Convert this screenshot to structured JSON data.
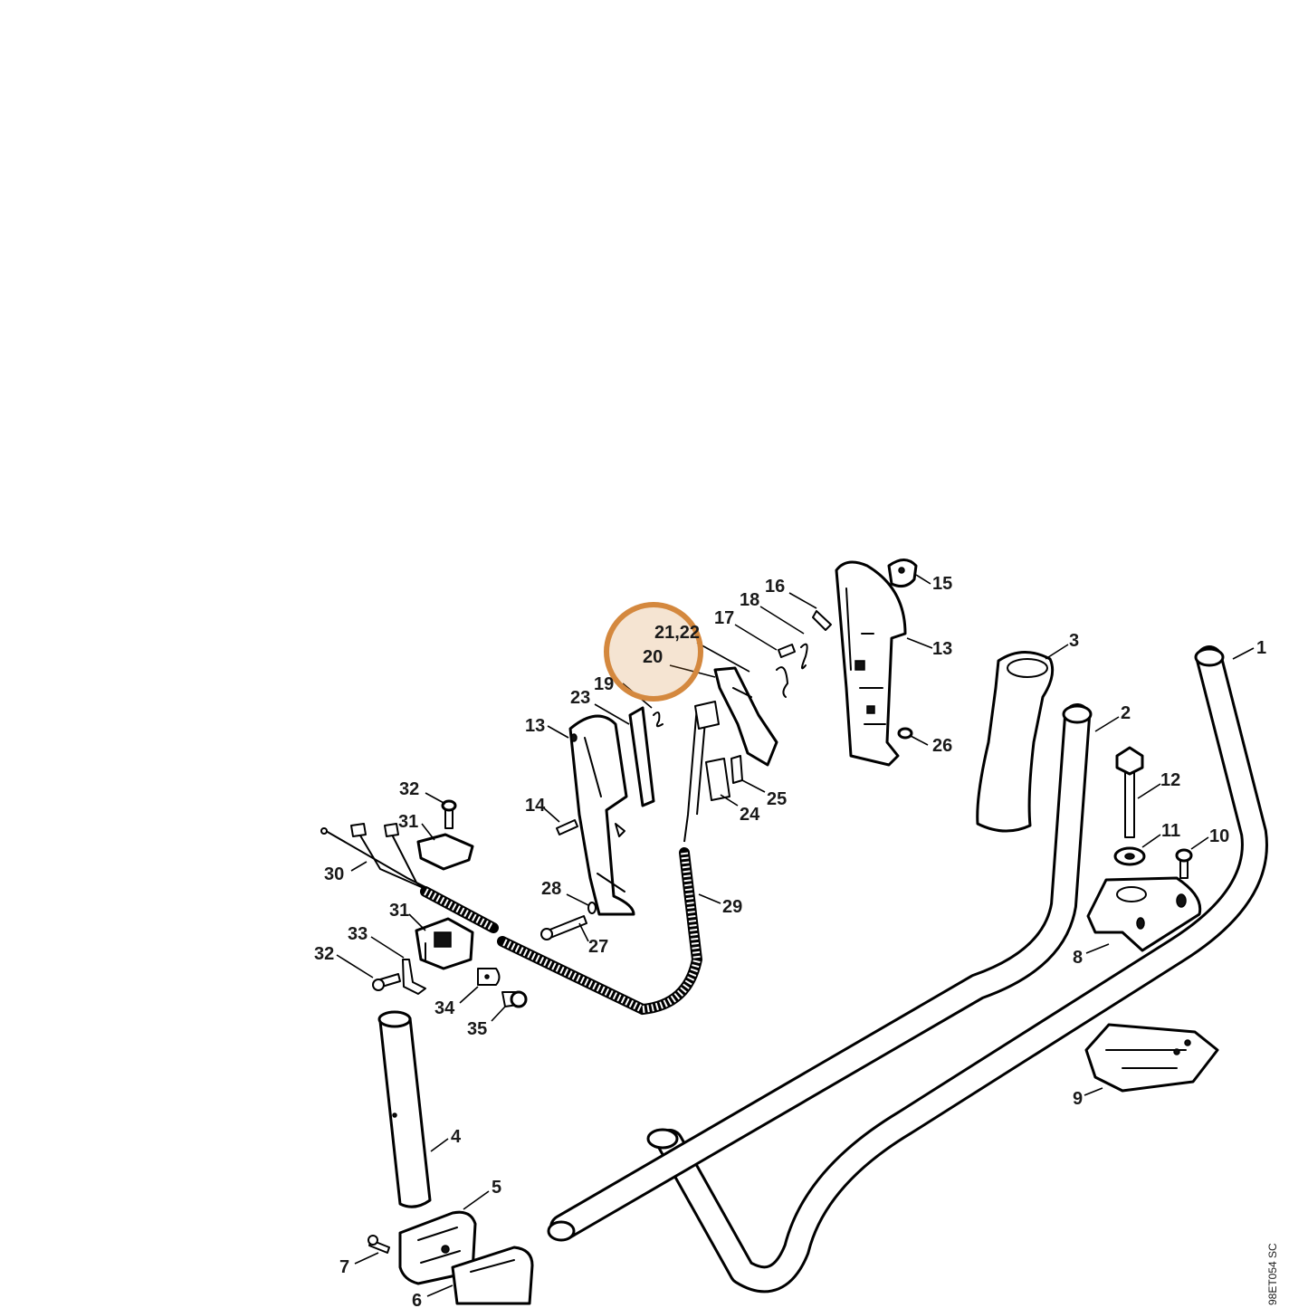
{
  "diagram": {
    "drawing_code": "98ET054 SC",
    "highlight": {
      "labels": [
        "21,22",
        "20"
      ],
      "color": "#d4883e"
    },
    "callouts": [
      {
        "id": "c1",
        "label": "1"
      },
      {
        "id": "c2",
        "label": "2"
      },
      {
        "id": "c3",
        "label": "3"
      },
      {
        "id": "c4",
        "label": "4"
      },
      {
        "id": "c5",
        "label": "5"
      },
      {
        "id": "c6",
        "label": "6"
      },
      {
        "id": "c7",
        "label": "7"
      },
      {
        "id": "c8",
        "label": "8"
      },
      {
        "id": "c9",
        "label": "9"
      },
      {
        "id": "c10",
        "label": "10"
      },
      {
        "id": "c11",
        "label": "11"
      },
      {
        "id": "c12",
        "label": "12"
      },
      {
        "id": "c13a",
        "label": "13"
      },
      {
        "id": "c13b",
        "label": "13"
      },
      {
        "id": "c14",
        "label": "14"
      },
      {
        "id": "c15",
        "label": "15"
      },
      {
        "id": "c16",
        "label": "16"
      },
      {
        "id": "c17",
        "label": "17"
      },
      {
        "id": "c18",
        "label": "18"
      },
      {
        "id": "c19",
        "label": "19"
      },
      {
        "id": "c20",
        "label": "20"
      },
      {
        "id": "c2122",
        "label": "21,22"
      },
      {
        "id": "c23",
        "label": "23"
      },
      {
        "id": "c24",
        "label": "24"
      },
      {
        "id": "c25",
        "label": "25"
      },
      {
        "id": "c26",
        "label": "26"
      },
      {
        "id": "c27",
        "label": "27"
      },
      {
        "id": "c28",
        "label": "28"
      },
      {
        "id": "c29",
        "label": "29"
      },
      {
        "id": "c30",
        "label": "30"
      },
      {
        "id": "c31a",
        "label": "31"
      },
      {
        "id": "c31b",
        "label": "31"
      },
      {
        "id": "c32a",
        "label": "32"
      },
      {
        "id": "c32b",
        "label": "32"
      },
      {
        "id": "c33",
        "label": "33"
      },
      {
        "id": "c34",
        "label": "34"
      },
      {
        "id": "c35",
        "label": "35"
      }
    ]
  }
}
